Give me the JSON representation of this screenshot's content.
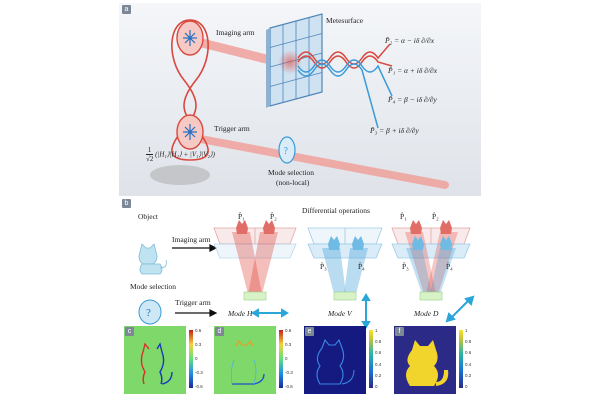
{
  "panel_tags": {
    "a": "a",
    "b": "b",
    "c": "c",
    "d": "d",
    "e": "e",
    "f": "f"
  },
  "panel_a": {
    "metasurface_label": "Metesurface",
    "imaging_arm_label": "Imaging arm",
    "trigger_arm_label": "Trigger arm",
    "mode_selection_label": "Mode selection",
    "mode_selection_sub": "(non-local)",
    "state_prefix": "1",
    "state_denominator": "√2",
    "state_expression": "(|H₁⟩|H₂⟩ + |V₁⟩|V₂⟩)",
    "equations": [
      "P̂₂ = α − iδ ∂/∂x",
      "P̂₁ = α + iδ ∂/∂x",
      "P̂₄ = β − iδ ∂/∂y",
      "P̂₃ = β + iδ ∂/∂y"
    ]
  },
  "panel_b": {
    "object_label": "Object",
    "imaging_arm_label": "Imaging arm",
    "mode_selection_label": "Mode selection",
    "trigger_arm_label": "Trigger arm",
    "differential_label": "Differential operations",
    "mode_h": "Mode H",
    "mode_v": "Mode V",
    "mode_d": "Mode D",
    "p1": "P̂₁",
    "p2": "P̂₂",
    "p3": "P̂₃",
    "p4": "P̂₄"
  },
  "colorbars": {
    "c": [
      "0.6",
      "0.3",
      "0",
      "-0.3",
      "-0.6"
    ],
    "d": [
      "0.6",
      "0.3",
      "0",
      "-0.3",
      "-0.6"
    ],
    "e": [
      "1",
      "0.8",
      "0.6",
      "0.4",
      "0.2",
      "0"
    ],
    "f": [
      "1",
      "0.8",
      "0.6",
      "0.4",
      "0.2",
      "0"
    ]
  },
  "colors": {
    "red_beam": "#e0453d",
    "blue_beam": "#3a9bd8",
    "metasurface": "#7fb0d8",
    "teal_arrow": "#2aa6d9"
  }
}
